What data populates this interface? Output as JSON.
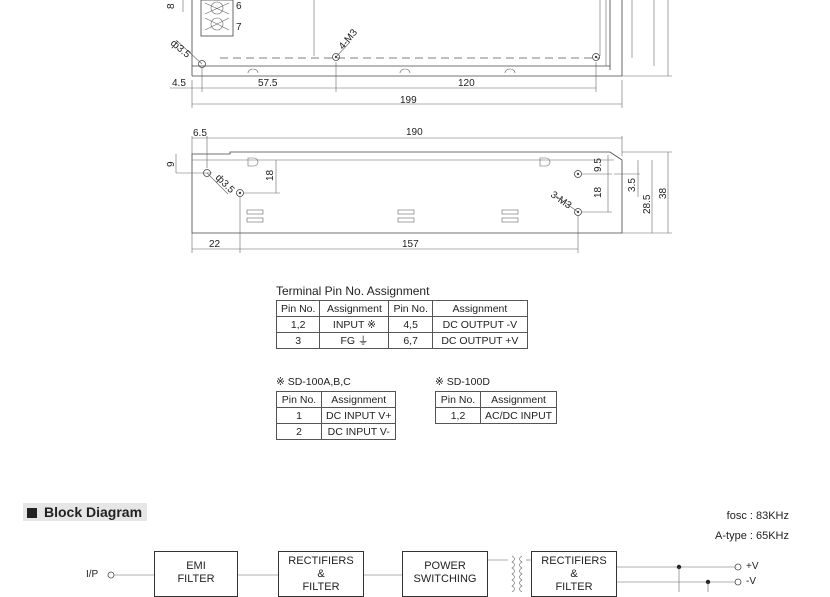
{
  "top_view": {
    "pin_labels": [
      "8",
      "6",
      "7"
    ],
    "hole_label": "ф3.5",
    "screw_label": "4-M3",
    "dims": {
      "d1": "4.5",
      "d2": "57.5",
      "d3": "120",
      "d4": "199"
    }
  },
  "side_view": {
    "dims": {
      "top_offset": "6.5",
      "length": "190",
      "left_height": "9",
      "inner_height": "18",
      "right_a": "9.5",
      "right_b": "18",
      "right_c": "3.5",
      "right_d": "28.5",
      "total_height": "38",
      "bottom_left": "22",
      "bottom_span": "157"
    },
    "hole_label": "ф3.5",
    "screw_label": "3-M3"
  },
  "terminal_table": {
    "title": "Terminal Pin No.  Assignment",
    "headers": [
      "Pin No.",
      "Assignment",
      "Pin No.",
      "Assignment"
    ],
    "rows": [
      [
        "1,2",
        "INPUT ※",
        "4,5",
        "DC OUTPUT -V"
      ],
      [
        "3",
        "FG ⏚",
        "6,7",
        "DC OUTPUT +V"
      ]
    ]
  },
  "sd100abc": {
    "title": "※ SD-100A,B,C",
    "headers": [
      "Pin No.",
      "Assignment"
    ],
    "rows": [
      [
        "1",
        "DC INPUT V+"
      ],
      [
        "2",
        "DC INPUT V-"
      ]
    ]
  },
  "sd100d": {
    "title": "※ SD-100D",
    "headers": [
      "Pin No.",
      "Assignment"
    ],
    "rows": [
      [
        "1,2",
        "AC/DC INPUT"
      ]
    ]
  },
  "block_diagram": {
    "heading": "Block Diagram",
    "fosc": "fosc : 83KHz",
    "atype": "A-type : 65KHz",
    "input_label": "I/P",
    "blocks": [
      [
        "EMI",
        "FILTER"
      ],
      [
        "RECTIFIERS",
        "&",
        "FILTER"
      ],
      [
        "POWER",
        "SWITCHING"
      ],
      [
        "RECTIFIERS",
        "&",
        "FILTER"
      ]
    ],
    "outputs": [
      "+V",
      "-V"
    ]
  }
}
